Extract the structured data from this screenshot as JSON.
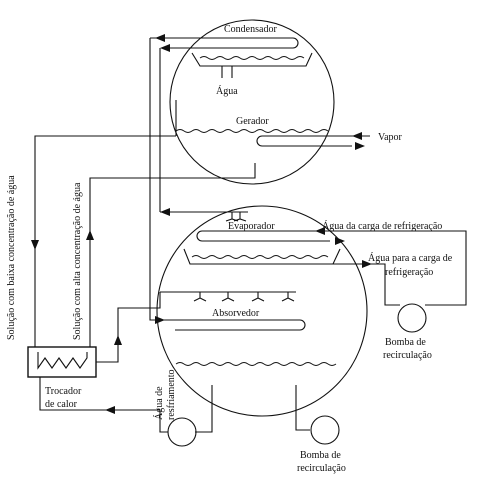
{
  "labels": {
    "condensador": "Condensador",
    "agua": "Água",
    "gerador": "Gerador",
    "vapor": "Vapor",
    "evaporador": "Evaporador",
    "agua_carga_in": "Água da carga de refrigeração",
    "agua_carga_out_1": "Água para a carga de",
    "agua_carga_out_2": "refrigeração",
    "absorvedor": "Absorvedor",
    "bomba_dir_1": "Bomba de",
    "bomba_dir_2": "recirculação",
    "bomba_inf_1": "Bomba de",
    "bomba_inf_2": "recirculação",
    "trocador_1": "Trocador",
    "trocador_2": "de calor",
    "agua_resfr_1": "Água de",
    "agua_resfr_2": "resfriamento",
    "sol_baixa": "Solução com baixa concentração de água",
    "sol_alta": "Solução com alta concentração de água"
  }
}
